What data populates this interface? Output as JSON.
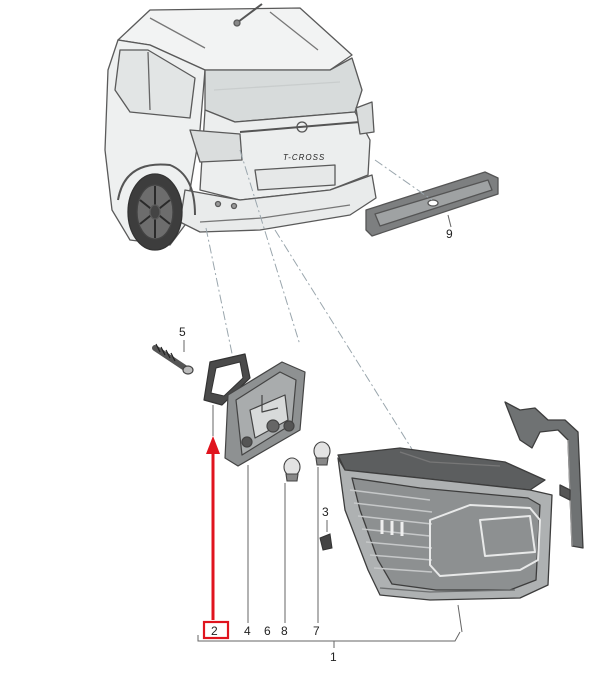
{
  "diagram": {
    "vehicle_badge": "T-CROSS",
    "callouts": {
      "part_1": "1",
      "part_2": "2",
      "part_3": "3",
      "part_4": "4",
      "part_5": "5",
      "part_6": "6",
      "part_7": "7",
      "part_8": "8",
      "part_9": "9"
    },
    "highlight_color": "#e0141e",
    "line_color": "#444444",
    "leader_color": "#9aa6ad"
  }
}
